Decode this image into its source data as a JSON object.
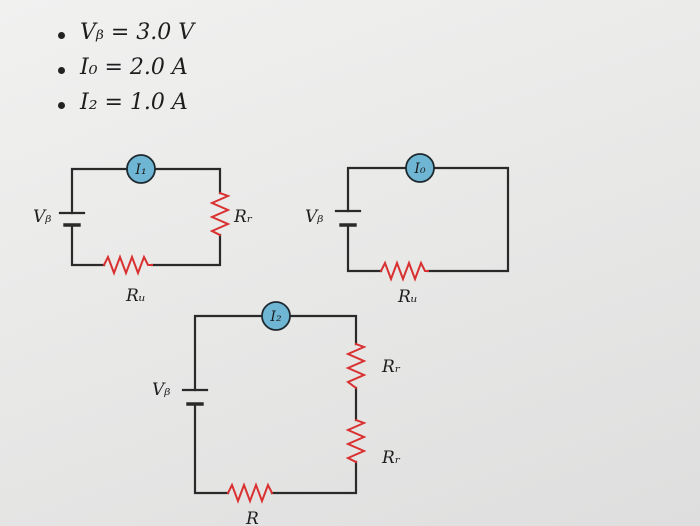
{
  "given_values": [
    {
      "text": "Vᵦ = 3.0 V"
    },
    {
      "text": "I₀ = 2.0 A"
    },
    {
      "text": "I₂ = 1.0 A"
    }
  ],
  "circuits": {
    "c1": {
      "meter": "I₁",
      "source": "Vᵦ",
      "resistor_top": "Rᵣ",
      "resistor_bottom": "Rᵤ"
    },
    "c2": {
      "meter": "I₀",
      "source": "Vᵦ",
      "resistor_bottom": "Rᵤ"
    },
    "c3": {
      "meter": "I₂",
      "source": "Vᵦ",
      "resistor_1": "Rᵣ",
      "resistor_2": "Rᵣ",
      "resistor_bottom": "R"
    }
  },
  "colors": {
    "wire": "#2a2a2a",
    "resistor": "#d93030",
    "meter_fill": "#6fb6d4",
    "meter_stroke": "#1e2a30"
  }
}
